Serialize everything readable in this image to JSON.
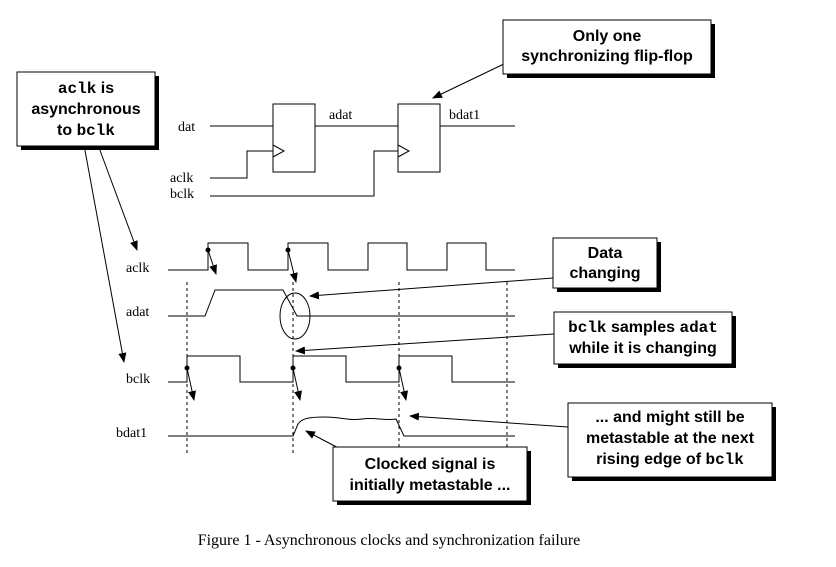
{
  "circuit": {
    "inputs": {
      "dat": "dat",
      "aclk": "aclk",
      "bclk": "bclk"
    },
    "internal": {
      "adat": "adat"
    },
    "output": {
      "bdat1": "bdat1"
    }
  },
  "timing": {
    "labels": {
      "aclk": "aclk",
      "adat": "adat",
      "bclk": "bclk",
      "bdat1": "bdat1"
    }
  },
  "callouts": {
    "one_flop": {
      "lines": [
        [
          {
            "t": "Only one",
            "mono": false
          }
        ],
        [
          {
            "t": "synchronizing flip-flop",
            "mono": false
          }
        ]
      ]
    },
    "async": {
      "lines": [
        [
          {
            "t": "aclk",
            "mono": true
          },
          {
            "t": " is",
            "mono": false
          }
        ],
        [
          {
            "t": "asynchronous",
            "mono": false
          }
        ],
        [
          {
            "t": "to ",
            "mono": false
          },
          {
            "t": "bclk",
            "mono": true
          }
        ]
      ]
    },
    "data_changing": {
      "lines": [
        [
          {
            "t": "Data",
            "mono": false
          }
        ],
        [
          {
            "t": "changing",
            "mono": false
          }
        ]
      ]
    },
    "samples": {
      "lines": [
        [
          {
            "t": "bclk",
            "mono": true
          },
          {
            "t": " samples ",
            "mono": false
          },
          {
            "t": "adat",
            "mono": true
          }
        ],
        [
          {
            "t": "while it is changing",
            "mono": false
          }
        ]
      ]
    },
    "metastable_next": {
      "lines": [
        [
          {
            "t": "... and might still be",
            "mono": false
          }
        ],
        [
          {
            "t": "metastable at the next",
            "mono": false
          }
        ],
        [
          {
            "t": "rising edge of ",
            "mono": false
          },
          {
            "t": "bclk",
            "mono": true
          }
        ]
      ]
    },
    "clocked_signal": {
      "lines": [
        [
          {
            "t": "Clocked signal is",
            "mono": false
          }
        ],
        [
          {
            "t": "initially metastable ...",
            "mono": false
          }
        ]
      ]
    }
  },
  "caption": "Figure 1 - Asynchronous clocks and synchronization failure"
}
